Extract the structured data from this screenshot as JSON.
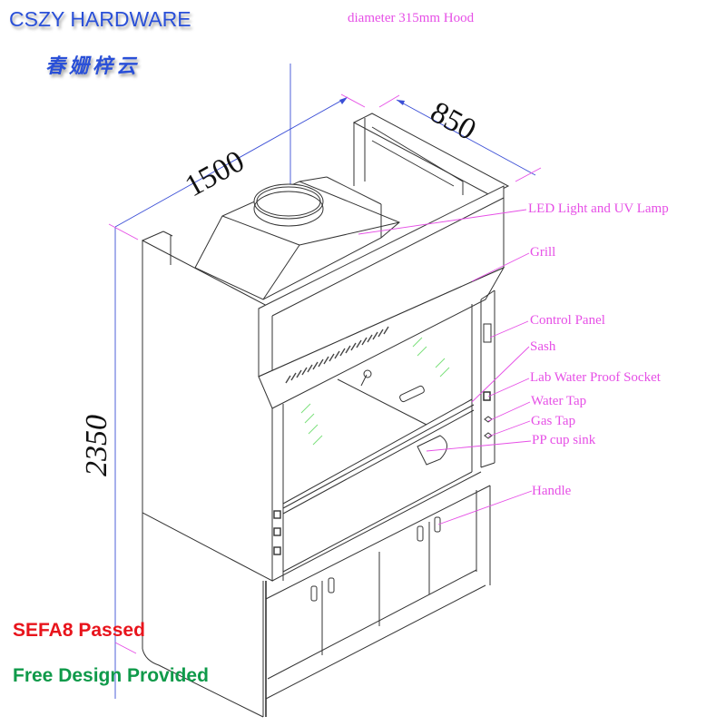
{
  "header": {
    "brand": "CSZY HARDWARE",
    "brand_cn": "春姗梓云"
  },
  "dimensions": {
    "width": "1500",
    "depth": "850",
    "height": "2350"
  },
  "callouts": {
    "hood": "diameter 315mm Hood",
    "led": "LED Light and UV Lamp",
    "grill": "Grill",
    "control_panel": "Control Panel",
    "sash": "Sash",
    "socket": "Lab Water Proof Socket",
    "water_tap": "Water Tap",
    "gas_tap": "Gas Tap",
    "cup_sink": "PP cup sink",
    "handle": "Handle"
  },
  "badges": {
    "certification": "SEFA8 Passed",
    "service": "Free Design Provided"
  },
  "colors": {
    "brand": "#2a50d8",
    "callout": "#e64fe6",
    "dimension_line": "#3b4fd6",
    "certification": "#e8141c",
    "service": "#0f9a4a",
    "glass_marks": "#7be07b"
  }
}
